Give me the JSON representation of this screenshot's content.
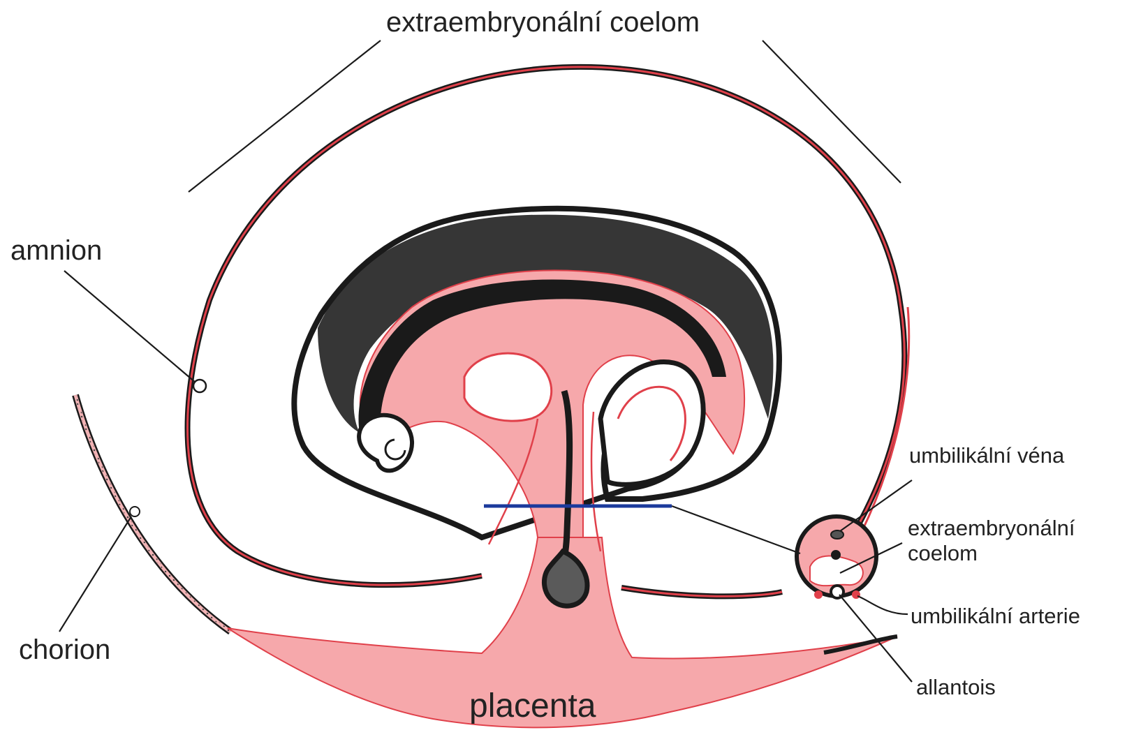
{
  "labels": {
    "extraembryonic_coelom_top": "extraembryonální coelom",
    "amnion": "amnion",
    "chorion": "chorion",
    "placenta": "placenta",
    "umbilical_vein": "umbilikální véna",
    "extraembryonic_coelom_small_line1": "extraembryonální",
    "extraembryonic_coelom_small_line2": "coelom",
    "umbilical_artery": "umbilikální arterie",
    "allantois": "allantois"
  },
  "colors": {
    "tissue_pink": "#f6a8ab",
    "membrane_red": "#e0404a",
    "outline_dark": "#1a1a1a",
    "section_line_blue": "#1b3a9c",
    "background": "#ffffff"
  }
}
